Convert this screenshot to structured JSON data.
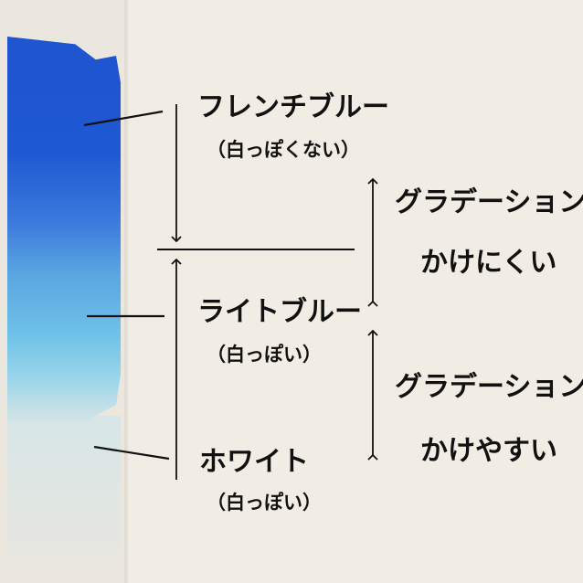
{
  "levels": [
    {
      "name": "フレンチブルー",
      "note": "（白っぽくない）"
    },
    {
      "name": "ライトブルー",
      "note": "（白っぽい）"
    },
    {
      "name": "ホワイト",
      "note": "（白っぽい）"
    }
  ],
  "ranges": [
    {
      "line1": "グラデーション",
      "line2": "かけにくい"
    },
    {
      "line1": "グラデーション",
      "line2": "かけやすい"
    }
  ],
  "colors": {
    "french_blue": "#1f55cf",
    "light_blue": "#6fc2e8",
    "background": "#f2ede4",
    "ink": "#111111"
  }
}
